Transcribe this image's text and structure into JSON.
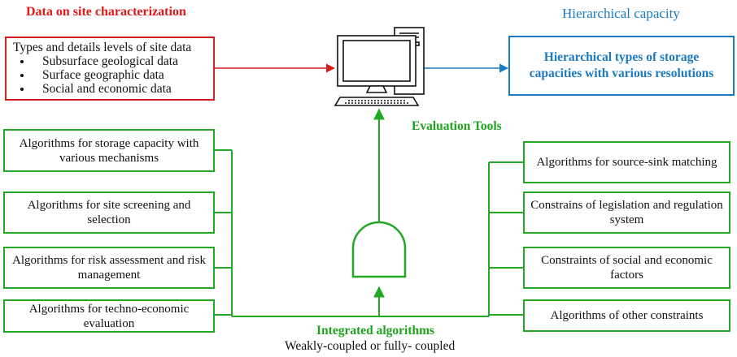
{
  "site": {
    "title": "Data on site characterization",
    "box_heading": "Types and details levels of site data",
    "items": [
      "Subsurface geological data",
      "Surface geographic data",
      "Social and economic data"
    ]
  },
  "capacity": {
    "title": "Hierarchical  capacity",
    "box_text": "Hierarchical  types of storage capacities with various resolutions"
  },
  "tools": {
    "label": "Evaluation Tools"
  },
  "left_algorithms": [
    "Algorithms for storage capacity with various mechanisms",
    "Algorithms for site screening and selection",
    "Algorithms for risk assessment and risk management",
    "Algorithms for techno-economic evaluation"
  ],
  "right_constraints": [
    "Algorithms for source-sink matching",
    "Constrains of legislation and regulation system",
    "Constraints of social and economic factors",
    "Algorithms of other constraints"
  ],
  "integration": {
    "title": "Integrated algorithms",
    "subtitle": "Weakly-coupled or fully- coupled"
  },
  "colors": {
    "red": "#d41f1f",
    "blue": "#1a7ac0",
    "green": "#22a822",
    "dark": "#111111"
  },
  "icons": {
    "computer": "desktop-computer-icon",
    "and_gate": "and-gate-icon"
  }
}
